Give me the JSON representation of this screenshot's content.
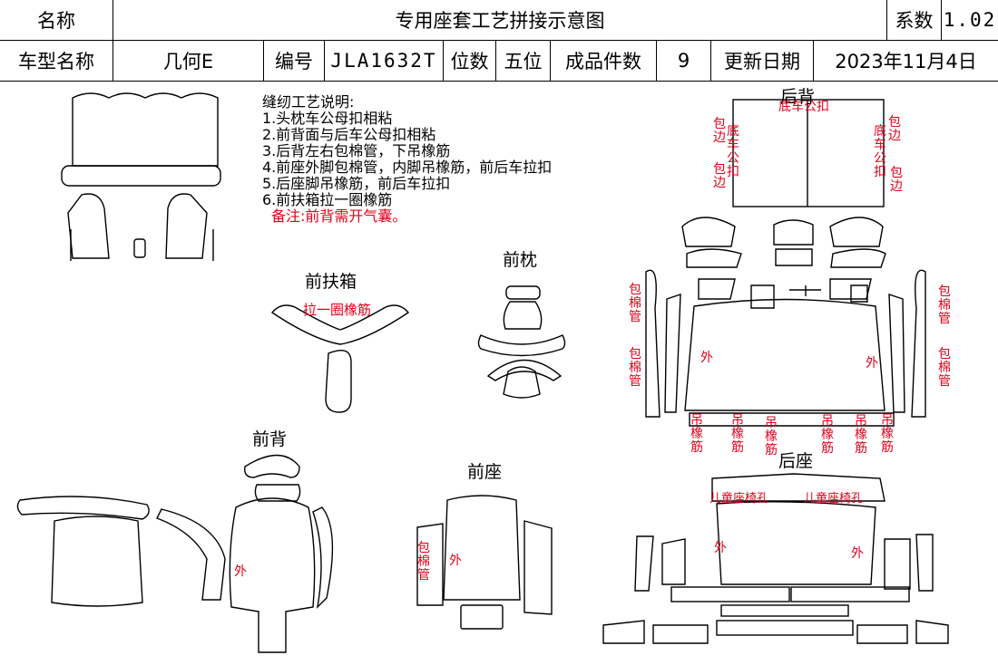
{
  "header": {
    "name_label": "名称",
    "title": "专用座套工艺拼接示意图",
    "coef_label": "系数",
    "coef_value": "1.02",
    "model_label": "车型名称",
    "model_value": "几何E",
    "code_label": "编号",
    "code_value": "JLA1632T",
    "seats_label": "位数",
    "seats_value": "五位",
    "pieces_label": "成品件数",
    "pieces_value": "9",
    "date_label": "更新日期",
    "date_value": "2023年11月4日"
  },
  "notes": {
    "title": "缝纫工艺说明:",
    "items": [
      "1.头枕车公母扣相粘",
      "2.前背面与后车公母扣相粘",
      "3.后背左右包棉管，下吊橡筋",
      "4.前座外脚包棉管，内脚吊橡筋，前后车拉扣",
      "5.后座脚吊橡筋，前后车拉扣",
      "6.前扶箱拉一圈橡筋"
    ],
    "remark": "备注:前背需开气囊。"
  },
  "sections": {
    "front_armrest": "前扶箱",
    "front_headrest": "前枕",
    "front_back": "前背",
    "front_seat": "前座",
    "rear_back": "后背",
    "rear_seat": "后座"
  },
  "annotations": {
    "armrest_elastic": "拉一圈橡筋",
    "rear_back_bottom": "底车公扣",
    "side_a": "包边",
    "side_b": "底车公扣",
    "side_c": "包边",
    "side_d": "底车公扣",
    "side_e": "包边",
    "side_f": "包边",
    "cotton_tube": "包棉管",
    "outer": "外",
    "hang_elastic": "吊橡筋",
    "child_seat_hole": "儿童座椅孔"
  },
  "colors": {
    "line": "#000000",
    "annotation": "#e0001a"
  }
}
